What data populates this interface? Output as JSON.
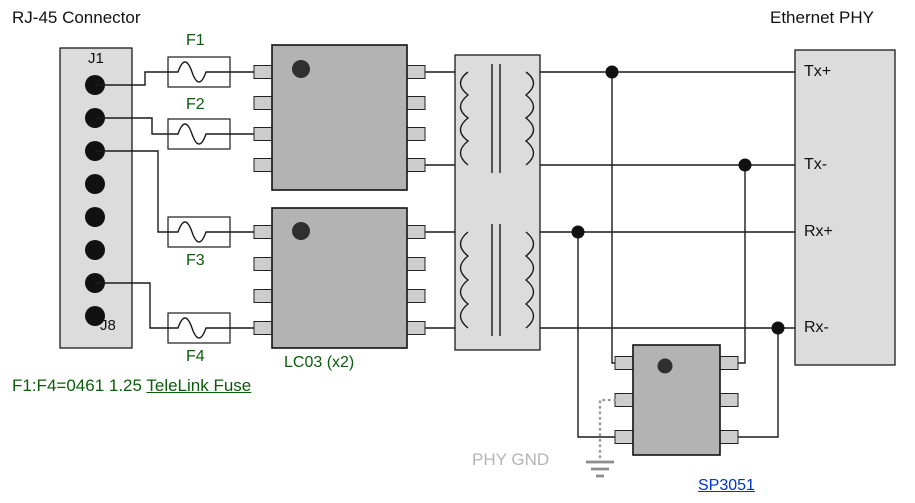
{
  "colors": {
    "wire": "#1a1a1a",
    "panel_fill": "#dcdcdc",
    "chip_fill": "#b3b3b3",
    "pin_fill": "#cdcdcd",
    "label_green": "#0a5c0a",
    "link_blue": "#0033cc",
    "muted_gray": "#b4b4b4"
  },
  "labels": {
    "rj45_title": "RJ-45 Connector",
    "ethernet_phy_title": "Ethernet PHY",
    "j1": "J1",
    "j8": "J8",
    "f1": "F1",
    "f2": "F2",
    "f3": "F3",
    "f4": "F4",
    "lc03": "LC03 (x2)",
    "fuse_note_prefix": "F1:F4=0461 1.25 ",
    "fuse_note_link": "TeleLink Fuse",
    "phy_gnd": "PHY GND",
    "sp3051": "SP3051",
    "tx_plus": "Tx+",
    "tx_minus": "Tx-",
    "rx_plus": "Rx+",
    "rx_minus": "Rx-"
  }
}
